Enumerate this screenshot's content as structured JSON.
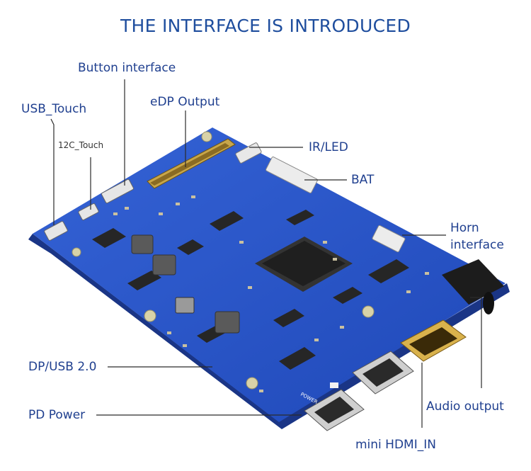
{
  "title": "THE INTERFACE IS INTRODUCED",
  "labels": {
    "button_interface": "Button interface",
    "usb_touch": "USB_Touch",
    "i2c_touch": "12C_Touch",
    "edp_output": "eDP Output",
    "ir_led": "IR/LED",
    "bat": "BAT",
    "horn_interface_line1": "Horn",
    "horn_interface_line2": "interface",
    "dp_usb": "DP/USB 2.0",
    "pd_power": "PD Power",
    "audio_output": "Audio output",
    "mini_hdmi_in": "mini HDMI_IN"
  },
  "silkscreen": {
    "power": "POWER"
  },
  "colors": {
    "title": "#1f4e9e",
    "board": "#2a55c8",
    "board_dark": "#1d3f9e",
    "leader": "#2b2b2b"
  }
}
